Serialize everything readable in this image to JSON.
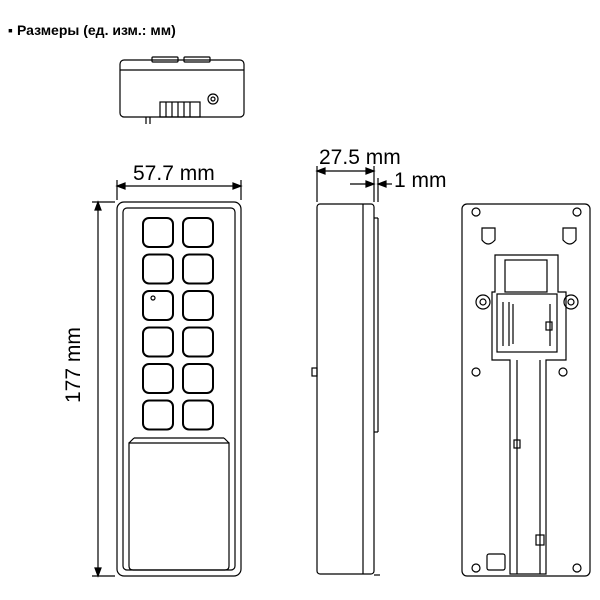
{
  "heading": {
    "bullet": "▪",
    "title": "Размеры (ед. изм.: мм)"
  },
  "dimensions": {
    "width_label": "57.7 mm",
    "height_label": "177 mm",
    "depth_label": "27.5 mm",
    "bezel_label": "1 mm"
  },
  "keypad": {
    "rows": 6,
    "columns": 2
  },
  "colors": {
    "line": "#000000",
    "background": "#ffffff"
  }
}
